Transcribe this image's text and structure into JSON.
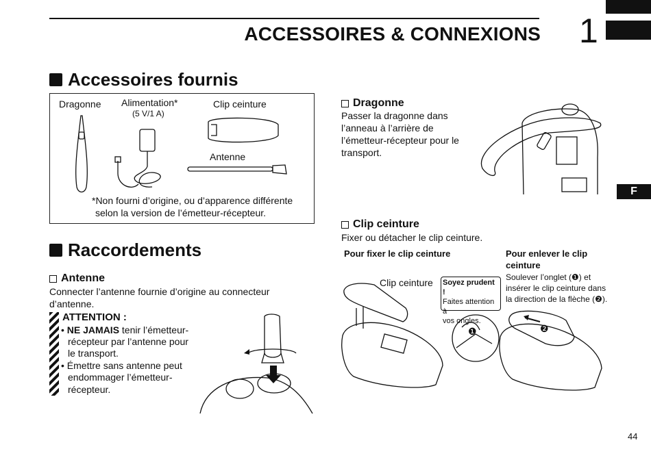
{
  "header": {
    "title": "ACCESSOIRES & CONNEXIONS",
    "chapter_number": "1",
    "side_tab": "F",
    "page_number": "44"
  },
  "accessories": {
    "title": "Accessoires fournis",
    "labels": {
      "dragonne": "Dragonne",
      "alimentation": "Alimentation*",
      "alimentation_spec": "(5 V/1 A)",
      "clip": "Clip ceinture",
      "antenne": "Antenne"
    },
    "note_line1": "*Non fourni d’origine, ou d’apparence différente",
    "note_line2": "selon la version de l’émetteur-récepteur."
  },
  "connections": {
    "title": "Raccordements",
    "antenna": {
      "title": "Antenne",
      "text_line1": "Connecter l’antenne fournie d’origine au connecteur",
      "text_line2": "d’antenne."
    },
    "attention": {
      "title": "ATTENTION :",
      "item1_bold": "NE JAMAIS",
      "item1_rest": " tenir l’émetteur-",
      "item1_line2": "récepteur par l’antenne pour",
      "item1_line3": "le transport.",
      "item2_line1": "Émettre sans antenne peut",
      "item2_line2": "endommager l’émetteur-",
      "item2_line3": "récepteur."
    }
  },
  "dragonne": {
    "title": "Dragonne",
    "line1": "Passer la dragonne dans",
    "line2": "l’anneau à l’arrière de",
    "line3": "l’émetteur-récepteur pour le",
    "line4": "transport."
  },
  "clip": {
    "title": "Clip ceinture",
    "subtitle": "Fixer ou détacher le clip ceinture.",
    "fix_title": "Pour fixer le clip ceinture",
    "remove_title_line1": "Pour enlever le clip",
    "remove_title_line2": "ceinture",
    "remove_line1": "Soulever l’onglet (❶) et",
    "remove_line2": "insérer le clip ceinture dans",
    "remove_line3": "la direction de la flèche (❷).",
    "illus_label": "Clip ceinture",
    "caution_title": "Soyez prudent !",
    "caution_line1": "Faites attention à",
    "caution_line2": "vos ongles.",
    "marker1": "❶",
    "marker2": "❷"
  }
}
